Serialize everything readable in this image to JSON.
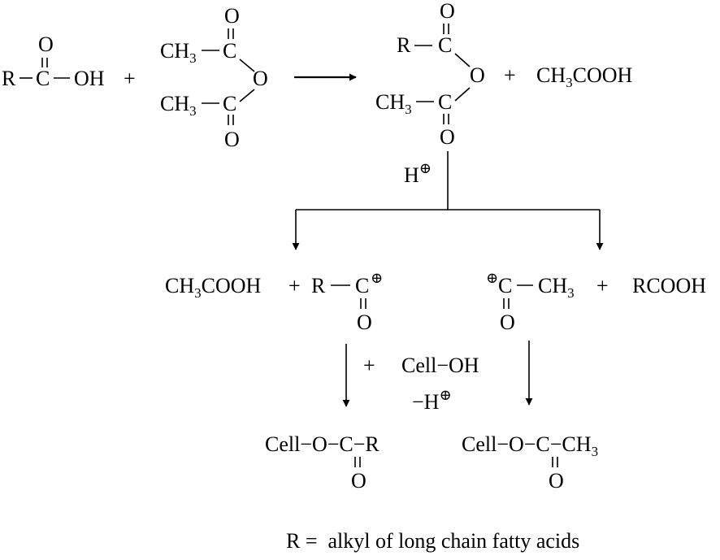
{
  "reactant1": {
    "o": "O",
    "r": "R",
    "c": "C",
    "oh": "OH"
  },
  "plus": "+",
  "anhydride": {
    "o_top": "O",
    "ch_top": "CH",
    "three_top": "3",
    "c_top": "C",
    "o_bridge": "O",
    "ch_bottom": "CH",
    "three_bottom": "3",
    "c_bottom": "C",
    "o_bottom": "O"
  },
  "mixed_anhydride": {
    "o_top": "O",
    "r": "R",
    "c_top": "C",
    "o_bridge": "O",
    "ch": "CH",
    "three": "3",
    "c_bottom": "C",
    "o_bottom": "O"
  },
  "byproduct_acetic": {
    "ch": "CH",
    "three": "3",
    "cooh": "COOH"
  },
  "catalyst": {
    "h": "H",
    "charge": "⊕"
  },
  "left_branch": {
    "acetic_ch": "CH",
    "acetic_three": "3",
    "acetic_cooh": "COOH",
    "r": "R",
    "c": "C",
    "charge": "⊕",
    "o": "O"
  },
  "right_branch": {
    "charge": "⊕",
    "c": "C",
    "ch": "CH",
    "three": "3",
    "rcooh": "RCOOH",
    "o": "O"
  },
  "reagent": {
    "cell_oh": "Cell−OH",
    "minus_h": "−H",
    "charge": "⊕"
  },
  "product_left": {
    "text": "Cell−O−C−R",
    "o": "O"
  },
  "product_right": {
    "text": "Cell−O−C−CH",
    "three": "3",
    "o": "O"
  },
  "footnote": "R =  alkyl of long chain fatty acids"
}
